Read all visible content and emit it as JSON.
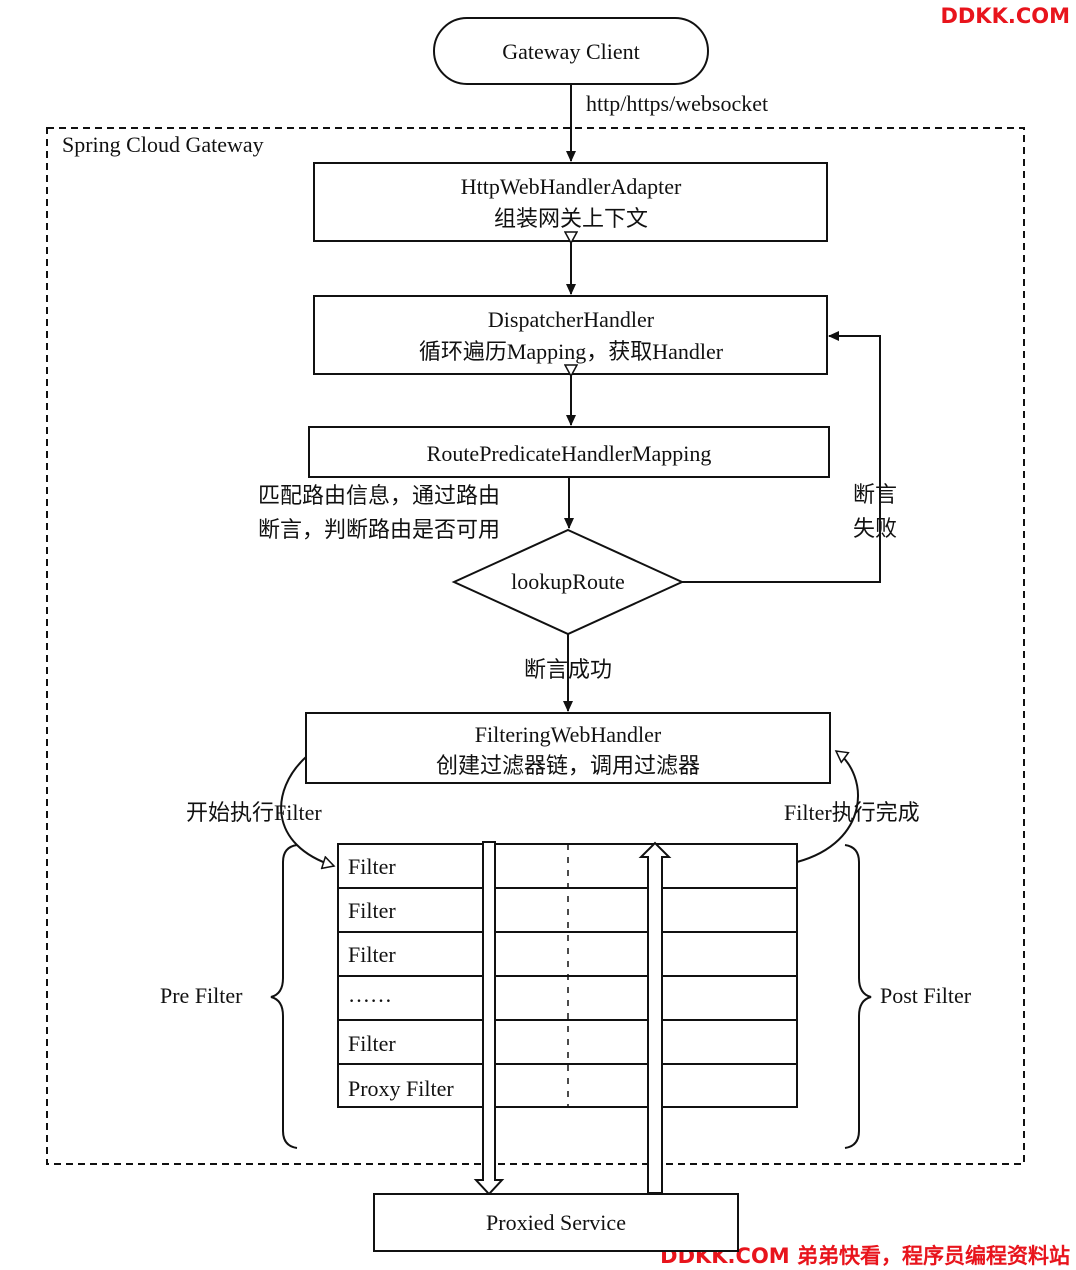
{
  "watermark": {
    "top": "DDKK.COM",
    "bottom": "DDKK.COM 弟弟快看，程序员编程资料站"
  },
  "client": {
    "label": "Gateway Client"
  },
  "protocol_label": "http/https/websocket",
  "container_label": "Spring Cloud Gateway",
  "adapter": {
    "title": "HttpWebHandlerAdapter",
    "subtitle": "组装网关上下文"
  },
  "dispatcher": {
    "title": "DispatcherHandler",
    "subtitle": "循环遍历Mapping，获取Handler"
  },
  "mapping": {
    "title": "RoutePredicateHandlerMapping"
  },
  "match_note": {
    "line1": "匹配路由信息，通过路由",
    "line2": "断言，判断路由是否可用"
  },
  "lookup": {
    "label": "lookupRoute"
  },
  "fail_note": {
    "line1": "断言",
    "line2": "失败"
  },
  "success_note": "断言成功",
  "filtering": {
    "title": "FilteringWebHandler",
    "subtitle": "创建过滤器链，调用过滤器"
  },
  "start_filter_label": "开始执行Filter",
  "done_filter_label": "Filter执行完成",
  "filter_rows": [
    "Filter",
    "Filter",
    "Filter",
    "……",
    "Filter",
    "Proxy Filter"
  ],
  "pre_filter_label": "Pre Filter",
  "post_filter_label": "Post Filter",
  "proxied_service": {
    "label": "Proxied Service"
  }
}
